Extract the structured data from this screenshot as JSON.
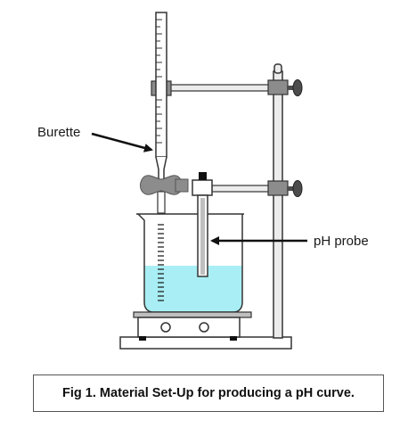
{
  "labels": {
    "burette": "Burette",
    "ph_probe": "pH probe"
  },
  "caption": "Fig 1. Material Set-Up for producing a pH curve.",
  "colors": {
    "outline": "#333333",
    "clamp": "#8c8c8c",
    "stand_rod": "#d9d9d9",
    "liquid": "#a8eef4",
    "knob": "#4d4d4d",
    "probe": "#bfbfbf"
  }
}
